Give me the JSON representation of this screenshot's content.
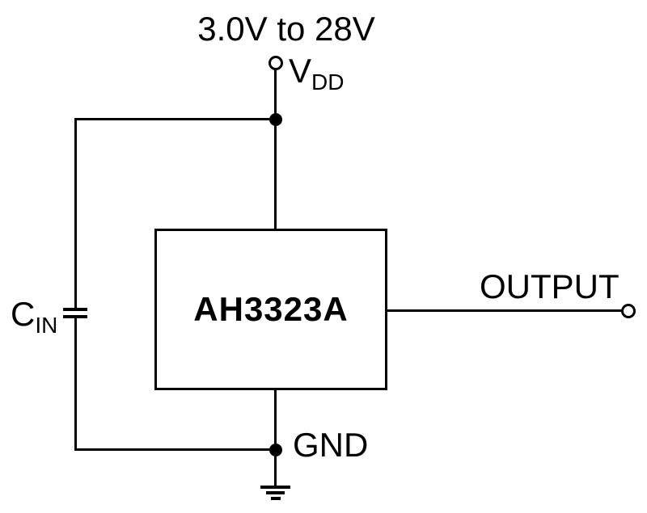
{
  "diagram": {
    "type": "circuit-schematic",
    "colors": {
      "line": "#000000",
      "background": "#ffffff"
    },
    "supply": {
      "range_label": "3.0V to 28V",
      "pin_main": "V",
      "pin_sub": "DD"
    },
    "ic": {
      "part_number": "AH3323A"
    },
    "output": {
      "label": "OUTPUT"
    },
    "ground": {
      "label": "GND"
    },
    "input_capacitor": {
      "label_main": "C",
      "label_sub": "IN"
    }
  }
}
